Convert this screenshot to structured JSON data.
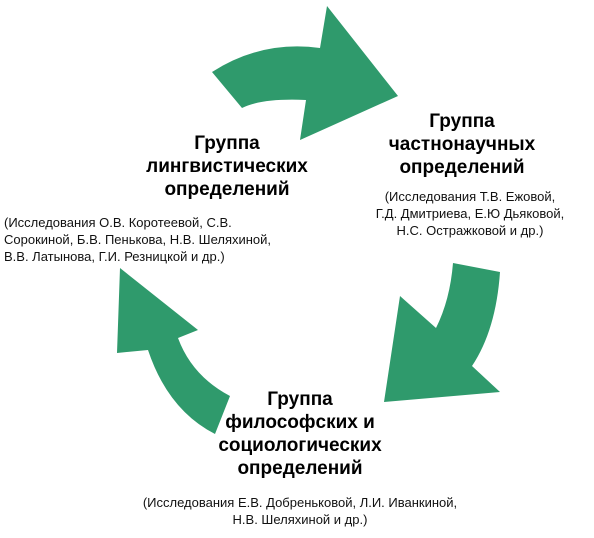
{
  "colors": {
    "arrow": "#2f9a6c",
    "text": "#000000",
    "background": "#ffffff"
  },
  "arrows": [
    {
      "name": "top-arrow",
      "icon": "curved-arrow-icon"
    },
    {
      "name": "right-arrow",
      "icon": "curved-arrow-icon"
    },
    {
      "name": "left-arrow",
      "icon": "curved-arrow-icon"
    }
  ],
  "groups": {
    "linguistic": {
      "title": [
        "Группа",
        "лингвистических",
        "определений"
      ],
      "note": [
        "(Исследования О.В. Коротеевой, С.В.",
        "Сорокиной, Б.В. Пенькова, Н.В. Шеляхиной,",
        "В.В. Латынова, Г.И. Резницкой и др.)"
      ]
    },
    "scientific": {
      "title": [
        "Группа",
        "частнонаучных",
        "определений"
      ],
      "note": [
        "(Исследования Т.В. Ежовой,",
        "Г.Д. Дмитриева, Е.Ю Дьяковой,",
        "Н.С. Остражковой  и др.)"
      ]
    },
    "philosophical": {
      "title": [
        "Группа",
        "философских и",
        "социологических",
        "определений"
      ],
      "note": [
        "(Исследования Е.В. Добреньковой, Л.И. Иванкиной,",
        "Н.В. Шеляхиной и др.)"
      ]
    }
  }
}
